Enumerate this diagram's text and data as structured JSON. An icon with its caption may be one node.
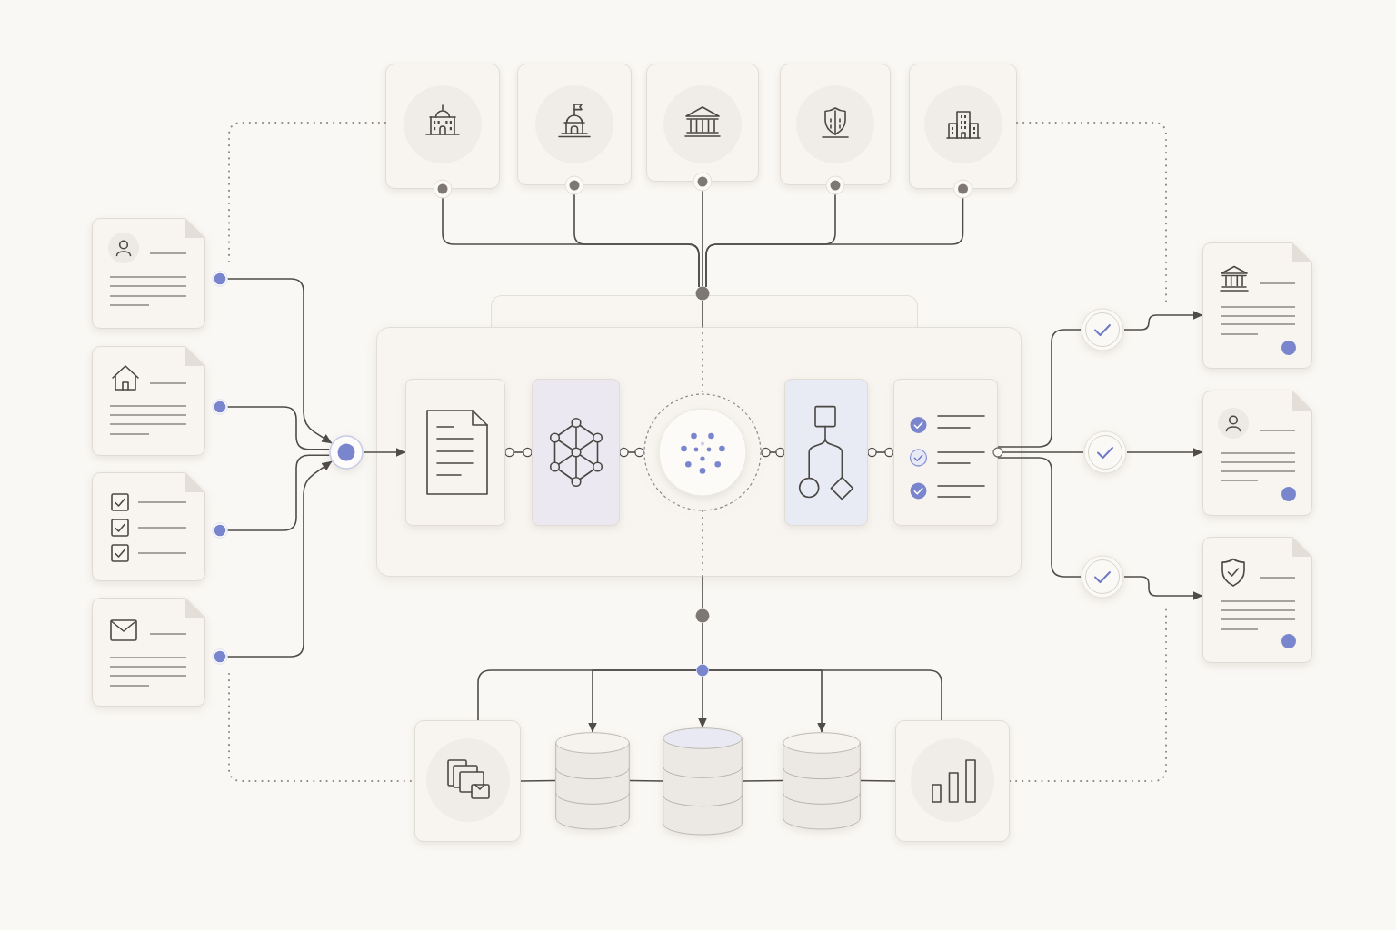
{
  "diagram": {
    "nodes": [
      {
        "text": [],
        "shape": "picture"
      },
      {
        "text": [],
        "shape": "picture"
      },
      {
        "text": [],
        "shape": "picture"
      },
      {
        "text": [],
        "shape": "picture"
      },
      {
        "text": [],
        "shape": "picture"
      },
      {
        "text": [],
        "shape": "circle"
      },
      {
        "text": [],
        "shape": "picture"
      },
      {
        "text": [],
        "shape": "picture"
      },
      {
        "text": [],
        "shape": "picture"
      },
      {
        "text": [],
        "shape": "picture"
      },
      {
        "text": [],
        "shape": "circle"
      },
      {
        "text": [],
        "shape": "box"
      },
      {
        "text": [],
        "shape": "picture",
        "in": 11
      },
      {
        "text": [],
        "shape": "picture",
        "in": 11
      },
      {
        "text": [],
        "shape": "circle",
        "in": 11
      },
      {
        "text": [],
        "shape": "picture",
        "in": 11
      },
      {
        "text": [],
        "shape": "picture",
        "in": 11
      },
      {
        "text": [],
        "shape": "circle"
      },
      {
        "text": [],
        "shape": "circle"
      },
      {
        "text": [],
        "shape": "circle"
      },
      {
        "text": [],
        "shape": "picture"
      },
      {
        "text": [],
        "shape": "picture"
      },
      {
        "text": [],
        "shape": "picture"
      },
      {
        "text": [],
        "shape": "circle"
      },
      {
        "text": [],
        "shape": "circle"
      },
      {
        "text": [],
        "shape": "picture"
      },
      {
        "text": [],
        "shape": "cylinder"
      },
      {
        "text": [],
        "shape": "cylinder"
      },
      {
        "text": [],
        "shape": "cylinder"
      },
      {
        "text": [],
        "shape": "picture"
      }
    ],
    "edges": [
      {
        "from": 0,
        "to": 5,
        "arrow": "other"
      },
      {
        "from": 1,
        "to": 5,
        "arrow": "other"
      },
      {
        "from": 2,
        "to": 5,
        "arrow": "other"
      },
      {
        "from": 3,
        "to": 5,
        "arrow": "other"
      },
      {
        "from": 4,
        "to": 5,
        "arrow": "other"
      },
      {
        "from": 5,
        "to": 11,
        "arrow": "none"
      },
      {
        "from": 11,
        "to": 14,
        "arrow": "none",
        "style": "dashed",
        "color": "#8a8580"
      },
      {
        "from": 14,
        "to": 11,
        "arrow": "none",
        "style": "dashed",
        "color": "#8a8580"
      },
      {
        "from": 11,
        "to": 23,
        "arrow": "none"
      },
      {
        "from": 23,
        "to": 24,
        "arrow": "none"
      },
      {
        "from": 6,
        "to": 10,
        "arrow": "to"
      },
      {
        "from": 7,
        "to": 10,
        "arrow": "none"
      },
      {
        "from": 8,
        "to": 10,
        "arrow": "none"
      },
      {
        "from": 9,
        "to": 10,
        "arrow": "to"
      },
      {
        "from": 10,
        "to": 12,
        "arrow": "to"
      },
      {
        "from": 12,
        "to": 13,
        "arrow": "other"
      },
      {
        "from": 13,
        "to": 14,
        "arrow": "other"
      },
      {
        "from": 14,
        "to": 15,
        "arrow": "other"
      },
      {
        "from": 15,
        "to": 16,
        "arrow": "other"
      },
      {
        "from": 16,
        "to": 17,
        "arrow": "none"
      },
      {
        "from": 16,
        "to": 18,
        "arrow": "none"
      },
      {
        "from": 16,
        "to": 19,
        "arrow": "none"
      },
      {
        "from": 17,
        "to": 20,
        "arrow": "to"
      },
      {
        "from": 18,
        "to": 21,
        "arrow": "to"
      },
      {
        "from": 19,
        "to": 22,
        "arrow": "to"
      },
      {
        "from": 24,
        "to": 25,
        "arrow": "none"
      },
      {
        "from": 24,
        "to": 26,
        "arrow": "to"
      },
      {
        "from": 24,
        "to": 27,
        "arrow": "to"
      },
      {
        "from": 24,
        "to": 28,
        "arrow": "to"
      },
      {
        "from": 24,
        "to": 29,
        "arrow": "none"
      },
      {
        "from": 25,
        "to": 26,
        "arrow": "none"
      },
      {
        "from": 26,
        "to": 27,
        "arrow": "none"
      },
      {
        "from": 27,
        "to": 28,
        "arrow": "none"
      },
      {
        "from": 28,
        "to": 29,
        "arrow": "none"
      },
      {
        "from": 0,
        "to": 6,
        "arrow": "none",
        "style": "dashed",
        "color": "#8a8580"
      },
      {
        "from": 9,
        "to": 25,
        "arrow": "none",
        "style": "dashed",
        "color": "#8a8580"
      },
      {
        "from": 4,
        "to": 20,
        "arrow": "none",
        "style": "dashed",
        "color": "#8a8580"
      },
      {
        "from": 29,
        "to": 22,
        "arrow": "none",
        "style": "dashed",
        "color": "#8a8580"
      }
    ]
  }
}
